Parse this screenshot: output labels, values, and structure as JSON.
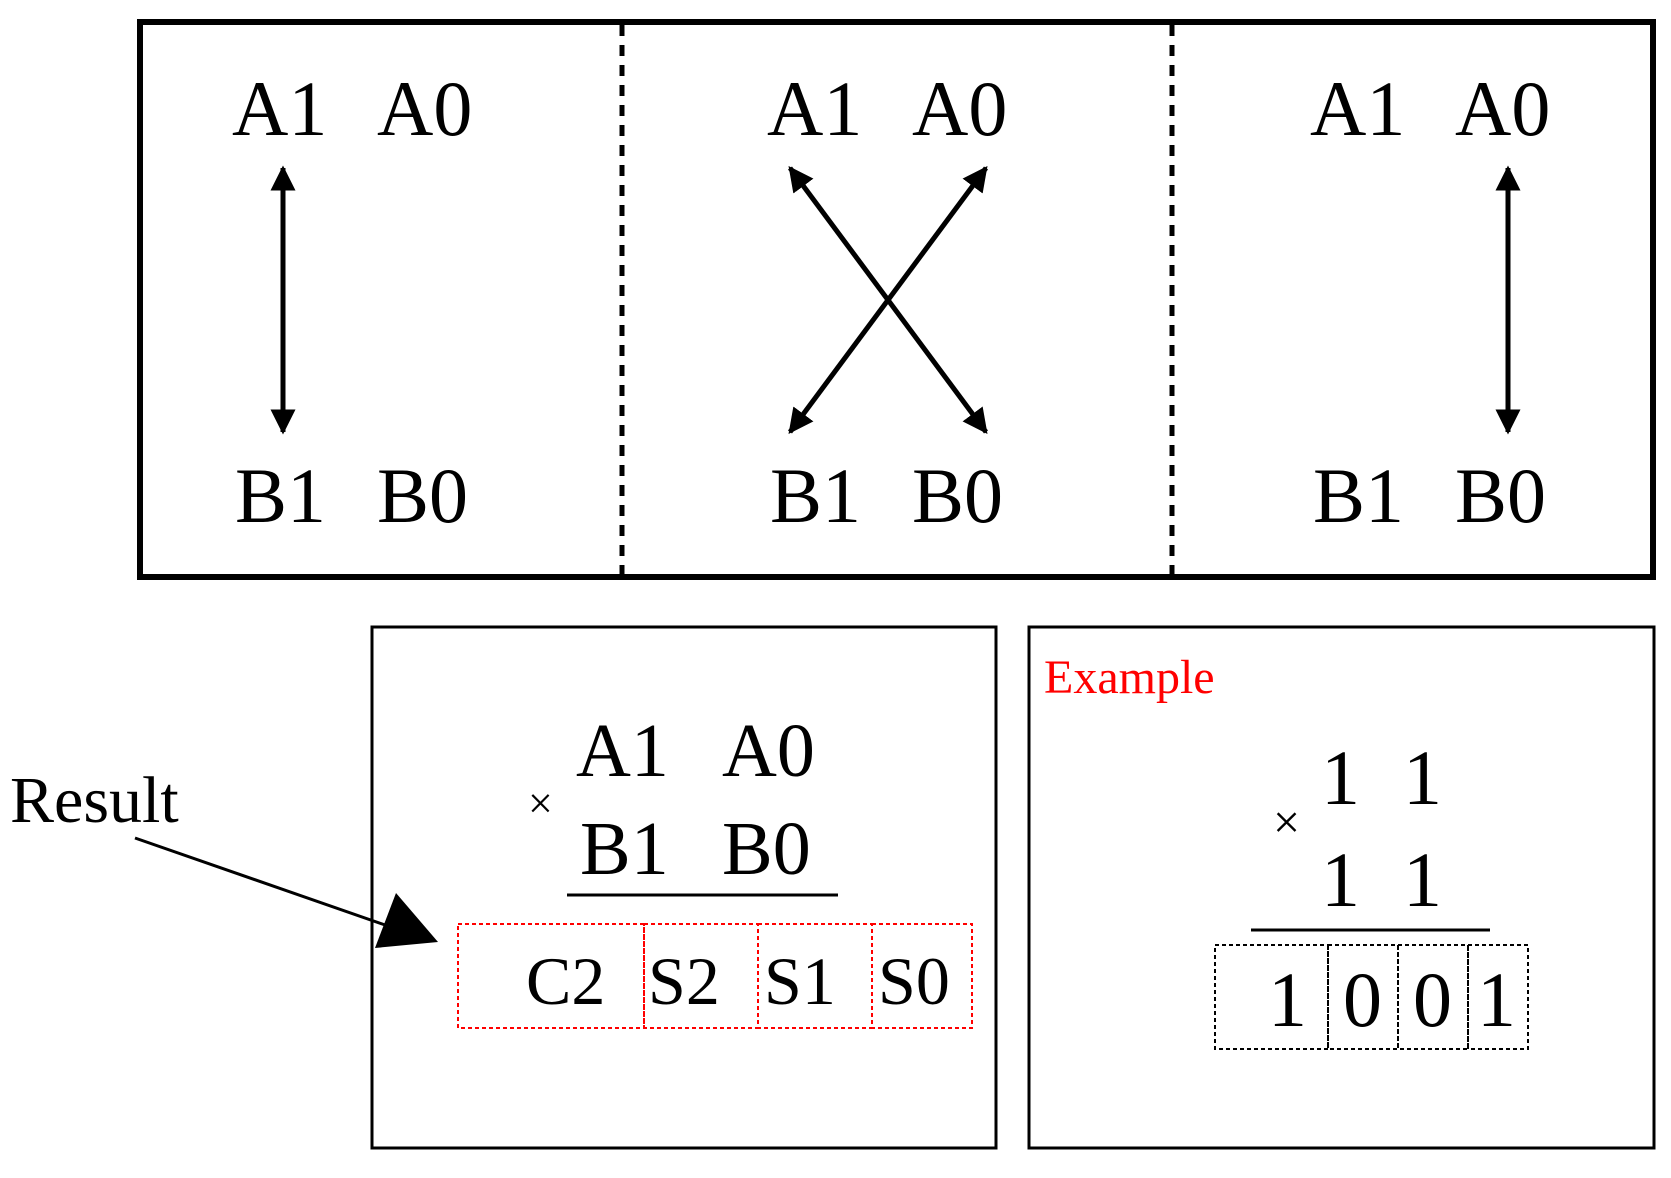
{
  "top_panel": {
    "sections": [
      {
        "a1": "A1",
        "a0": "A0",
        "b1": "B1",
        "b0": "B0"
      },
      {
        "a1": "A1",
        "a0": "A0",
        "b1": "B1",
        "b0": "B0"
      },
      {
        "a1": "A1",
        "a0": "A0",
        "b1": "B1",
        "b0": "B0"
      }
    ]
  },
  "result_label": "Result",
  "multiplication": {
    "operator": "×",
    "a1": "A1",
    "a0": "A0",
    "b1": "B1",
    "b0": "B0",
    "result_cells": [
      "C2",
      "S2",
      "S1",
      "S0"
    ],
    "highlight_color": "#ff0000"
  },
  "example": {
    "title": "Example",
    "title_color": "#ff0000",
    "operator": "×",
    "top": [
      "1",
      "1"
    ],
    "bottom": [
      "1",
      "1"
    ],
    "result_cells": [
      "1",
      "0",
      "0",
      "1"
    ]
  }
}
